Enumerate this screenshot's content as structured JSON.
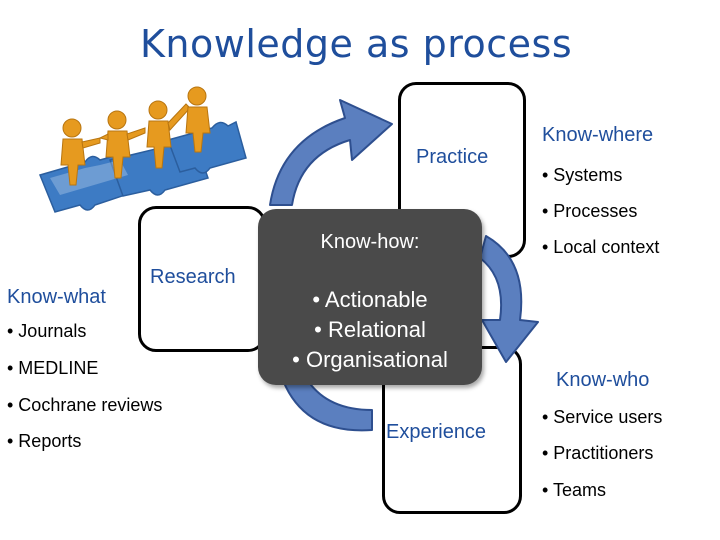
{
  "title": "Knowledge as process",
  "colors": {
    "title": "#1f4e9c",
    "arrow_fill": "#5b7fbf",
    "arrow_stroke": "#2e4f8f",
    "center_box": "#4a4a4a",
    "puzzle": "#3d7bc4",
    "figures": "#e69a1f"
  },
  "diagram": {
    "practice_label": "Practice",
    "research_label": "Research",
    "experience_label": "Experience",
    "center": {
      "heading": "Know-how:",
      "items": [
        "• Actionable",
        "• Relational",
        "• Organisational"
      ]
    }
  },
  "know_where": {
    "heading": "Know-where",
    "items": [
      "• Systems",
      "• Processes",
      "• Local context"
    ]
  },
  "know_what": {
    "heading": "Know-what",
    "items": [
      "• Journals",
      "• MEDLINE",
      "• Cochrane reviews",
      "• Reports"
    ]
  },
  "know_who": {
    "heading": "Know-who",
    "items": [
      "• Service users",
      "• Practitioners",
      "• Teams"
    ]
  },
  "illustration": {
    "icon": "team-puzzle-figures-icon"
  }
}
